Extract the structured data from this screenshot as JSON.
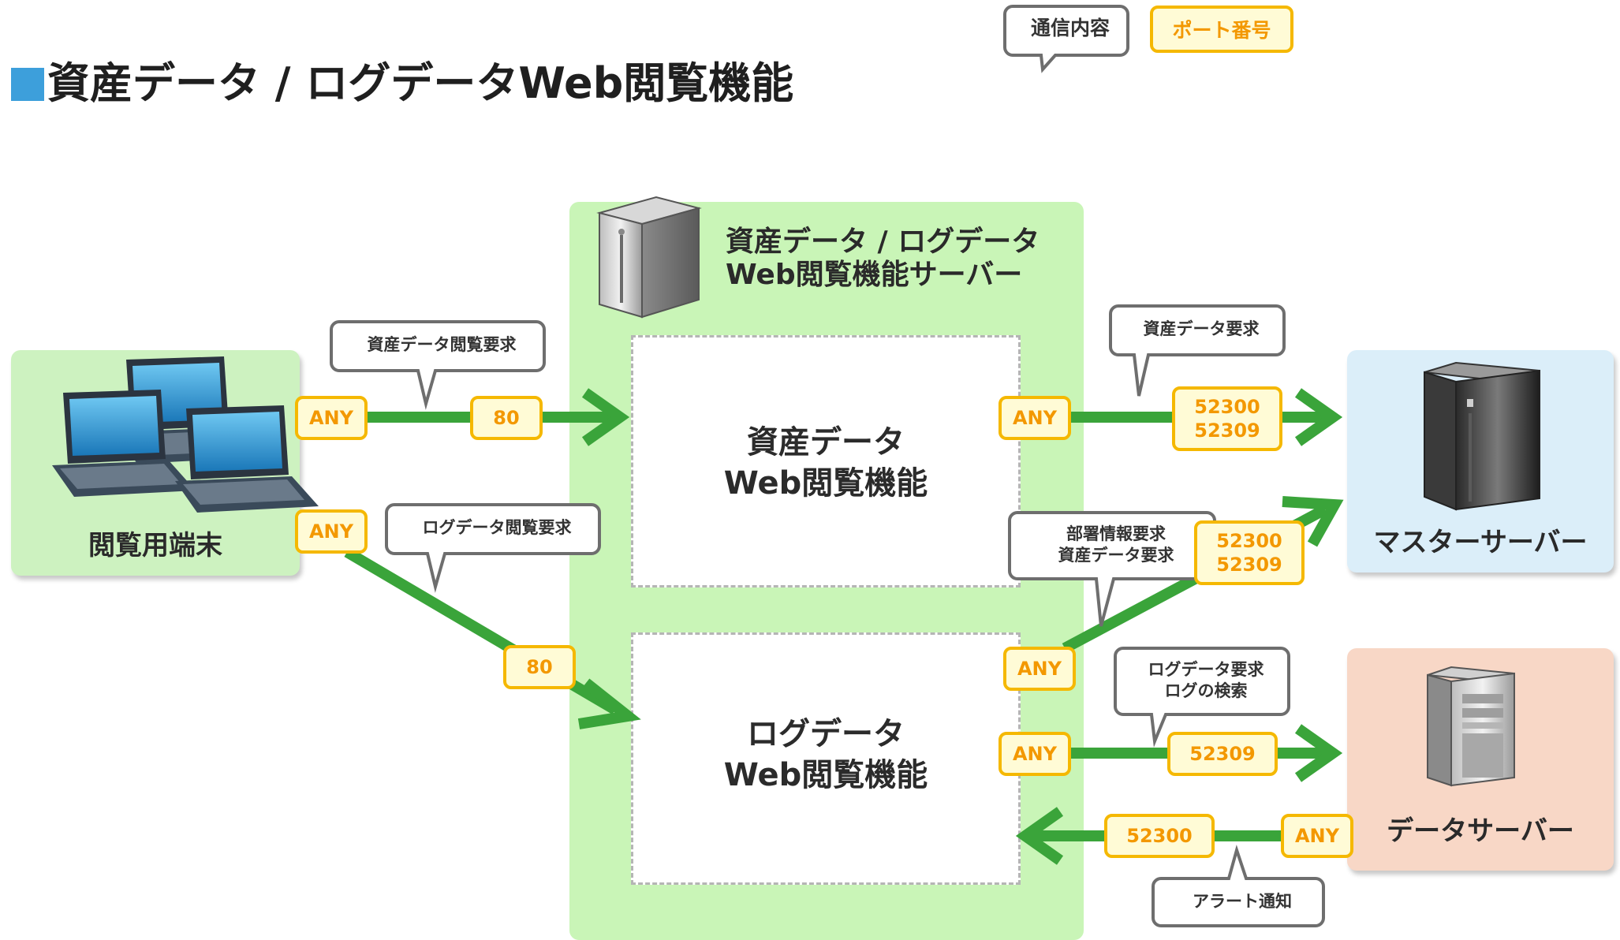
{
  "title": "資産データ / ログデータWeb閲覧機能",
  "legend": {
    "content_label": "通信内容",
    "port_label": "ポート番号"
  },
  "client": {
    "label": "閲覧用端末"
  },
  "server": {
    "label_line1": "資産データ / ログデータ",
    "label_line2": "Web閲覧機能サーバー",
    "function_asset_line1": "資産データ",
    "function_asset_line2": "Web閲覧機能",
    "function_log_line1": "ログデータ",
    "function_log_line2": "Web閲覧機能"
  },
  "master": {
    "label": "マスターサーバー"
  },
  "data_server": {
    "label": "データサーバー"
  },
  "bubbles": {
    "asset_view": "資産データ閲覧要求",
    "log_view": "ログデータ閲覧要求",
    "asset_request": "資産データ要求",
    "dept_line1": "部署情報要求",
    "dept_line2": "資産データ要求",
    "log_line1": "ログデータ要求",
    "log_line2": "ログの検索",
    "alert": "アラート通知"
  },
  "ports": {
    "client_any_1": "ANY",
    "client_80_1": "80",
    "client_any_2": "ANY",
    "client_80_2": "80",
    "server_any_asset": "ANY",
    "master_port_a1": "52300",
    "master_port_a2": "52309",
    "server_any_dept": "ANY",
    "master_port_b1": "52300",
    "master_port_b2": "52309",
    "server_any_log": "ANY",
    "data_port_log": "52309",
    "data_any_alert": "ANY",
    "server_port_alert": "52300"
  },
  "colors": {
    "arrow": "#3aa43a",
    "port_border": "#f5b800",
    "port_text": "#f39800",
    "title_accent": "#3d9fdb"
  }
}
